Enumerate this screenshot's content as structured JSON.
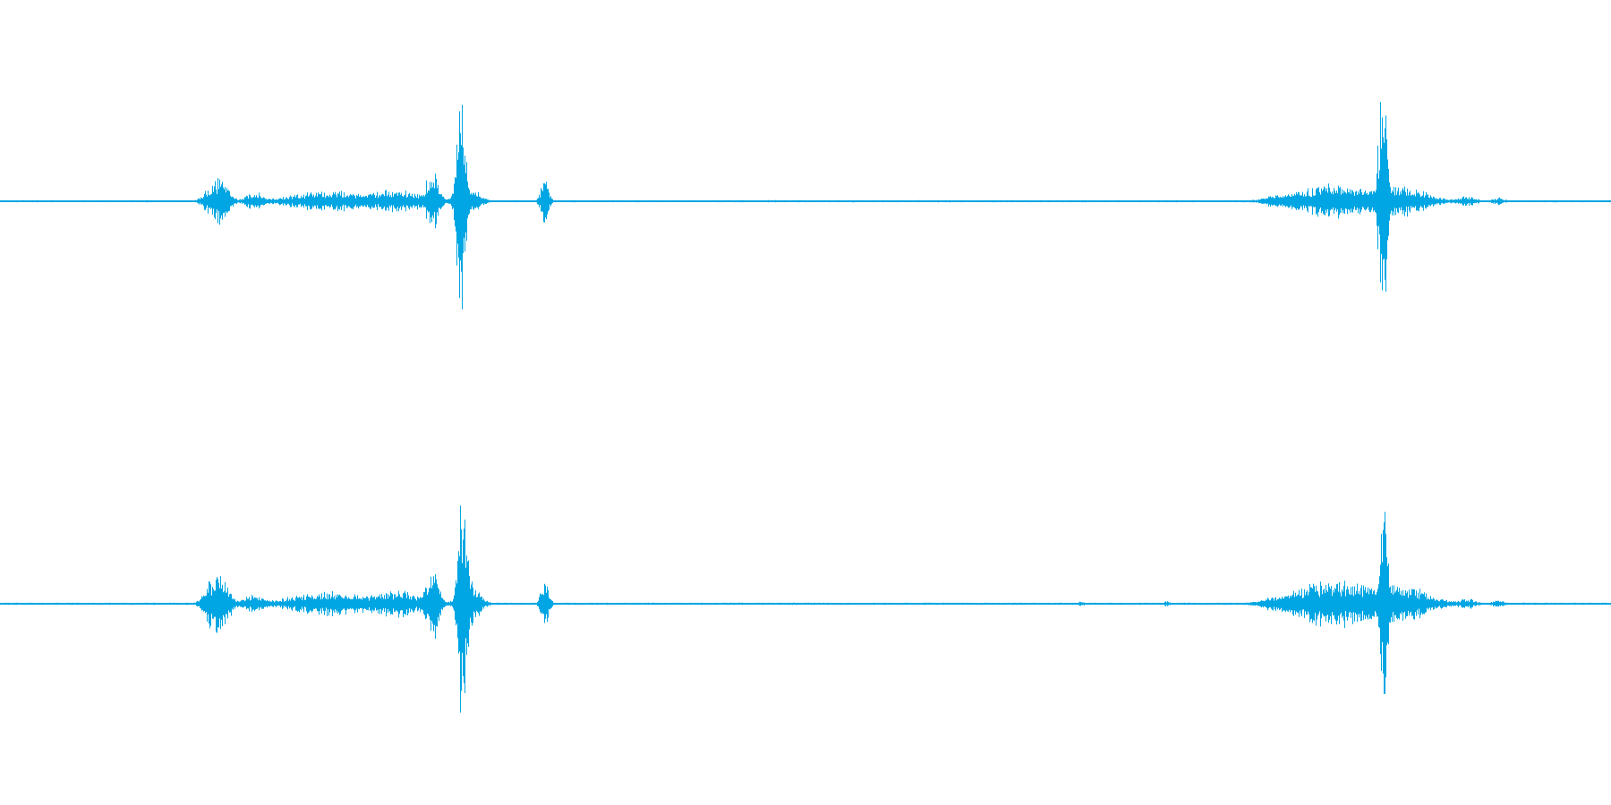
{
  "waveform": {
    "channel_count": 2,
    "color": "#00a6e3",
    "background": "#ffffff",
    "channels": [
      {
        "name": "channel-1",
        "bursts": [
          {
            "t": 0.135,
            "amp": 0.18,
            "span": 0.01
          },
          {
            "t": 0.158,
            "amp": 0.07,
            "span": 0.01
          },
          {
            "t": 0.205,
            "amp": 0.08,
            "span": 0.04
          },
          {
            "t": 0.245,
            "amp": 0.09,
            "span": 0.03
          },
          {
            "t": 0.268,
            "amp": 0.28,
            "span": 0.006
          },
          {
            "t": 0.286,
            "amp": 1.0,
            "span": 0.004
          },
          {
            "t": 0.29,
            "amp": 0.15,
            "span": 0.01
          },
          {
            "t": 0.338,
            "amp": 0.18,
            "span": 0.004
          },
          {
            "t": 0.79,
            "amp": 0.05,
            "span": 0.01
          },
          {
            "t": 0.83,
            "amp": 0.14,
            "span": 0.04
          },
          {
            "t": 0.858,
            "amp": 1.0,
            "span": 0.004
          },
          {
            "t": 0.866,
            "amp": 0.12,
            "span": 0.03
          },
          {
            "t": 0.91,
            "amp": 0.04,
            "span": 0.01
          },
          {
            "t": 0.93,
            "amp": 0.03,
            "span": 0.006
          }
        ]
      },
      {
        "name": "channel-2",
        "bursts": [
          {
            "t": 0.135,
            "amp": 0.25,
            "span": 0.01
          },
          {
            "t": 0.158,
            "amp": 0.07,
            "span": 0.01
          },
          {
            "t": 0.205,
            "amp": 0.09,
            "span": 0.04
          },
          {
            "t": 0.245,
            "amp": 0.1,
            "span": 0.03
          },
          {
            "t": 0.268,
            "amp": 0.3,
            "span": 0.006
          },
          {
            "t": 0.287,
            "amp": 1.0,
            "span": 0.004
          },
          {
            "t": 0.291,
            "amp": 0.16,
            "span": 0.01
          },
          {
            "t": 0.338,
            "amp": 0.16,
            "span": 0.004
          },
          {
            "t": 0.671,
            "amp": 0.02,
            "span": 0.003
          },
          {
            "t": 0.724,
            "amp": 0.02,
            "span": 0.003
          },
          {
            "t": 0.79,
            "amp": 0.06,
            "span": 0.01
          },
          {
            "t": 0.83,
            "amp": 0.18,
            "span": 0.04
          },
          {
            "t": 0.859,
            "amp": 0.8,
            "span": 0.004
          },
          {
            "t": 0.866,
            "amp": 0.16,
            "span": 0.03
          },
          {
            "t": 0.91,
            "amp": 0.04,
            "span": 0.01
          },
          {
            "t": 0.93,
            "amp": 0.03,
            "span": 0.006
          }
        ]
      }
    ]
  }
}
